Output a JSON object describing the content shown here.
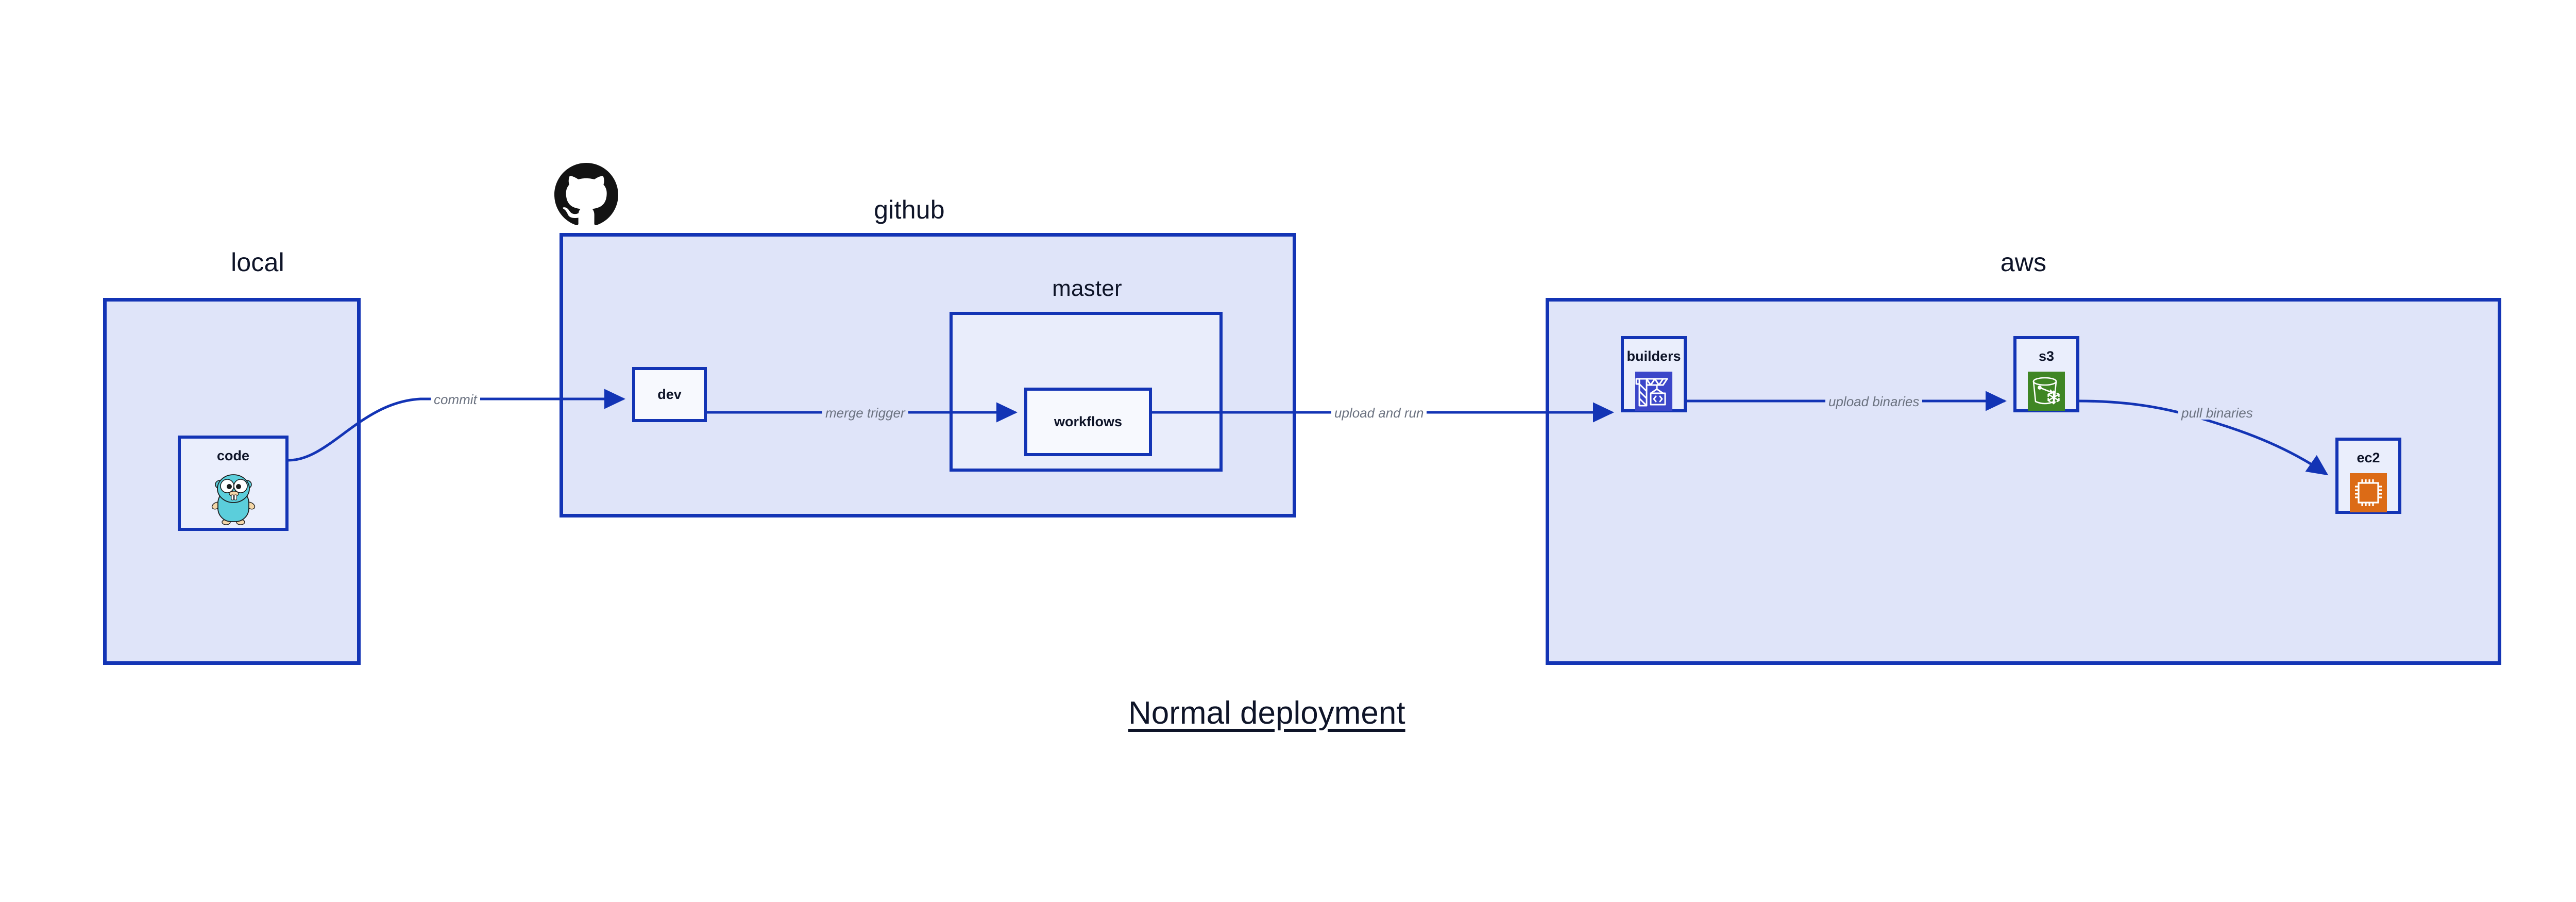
{
  "diagram": {
    "caption": "Normal deployment",
    "background": "#ffffff",
    "accent_border": "#1334b5",
    "group_fill": "#dfe4f9",
    "nested_fill": "#e9edfb",
    "node_fill": "#eaeefc",
    "label_color": "#0e1428",
    "edge_label_color": "#6b7280"
  },
  "groups": {
    "local": {
      "title": "local"
    },
    "github": {
      "title": "github",
      "logo": "github-octocat-logo"
    },
    "master": {
      "title": "master"
    },
    "aws": {
      "title": "aws"
    }
  },
  "nodes": {
    "code": {
      "label": "code",
      "icon": "go-gopher-icon",
      "icon_color": "#5bcedb"
    },
    "dev": {
      "label": "dev",
      "icon": "none"
    },
    "workflows": {
      "label": "workflows",
      "icon": "none"
    },
    "builders": {
      "label": "builders",
      "icon": "aws-codebuild-crane-icon",
      "icon_color": "#3b46c9"
    },
    "s3": {
      "label": "s3",
      "icon": "aws-s3-glacier-bucket-icon",
      "icon_color": "#3f8624"
    },
    "ec2": {
      "label": "ec2",
      "icon": "aws-ec2-chip-icon",
      "icon_color": "#dc6b16"
    }
  },
  "edges": [
    {
      "id": "code-to-dev",
      "from": "code",
      "to": "dev",
      "label": "commit"
    },
    {
      "id": "dev-to-workflows",
      "from": "dev",
      "to": "workflows",
      "label": "merge trigger"
    },
    {
      "id": "workflows-to-builders",
      "from": "workflows",
      "to": "builders",
      "label": "upload and run"
    },
    {
      "id": "builders-to-s3",
      "from": "builders",
      "to": "s3",
      "label": "upload binaries"
    },
    {
      "id": "s3-to-ec2",
      "from": "s3",
      "to": "ec2",
      "label": "pull binaries"
    }
  ]
}
